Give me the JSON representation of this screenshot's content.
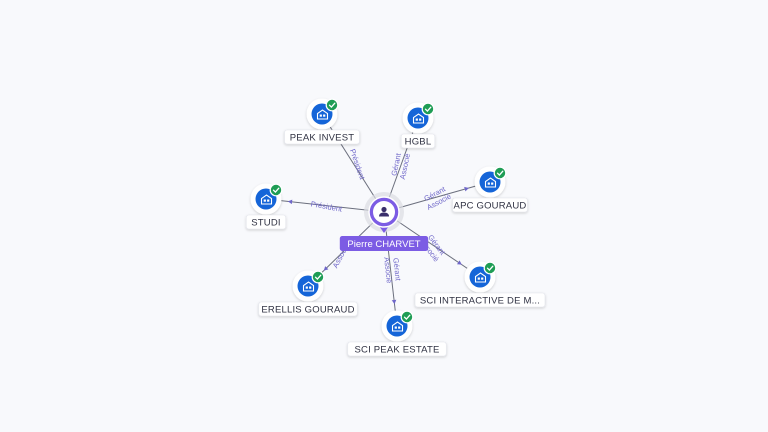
{
  "center": {
    "name": "Pierre CHARVET",
    "icon": "person-icon",
    "color": "#7c5ce4"
  },
  "colors": {
    "company_icon": "#1565d8",
    "check_badge": "#1f9d55",
    "edge_label": "#6f67c9"
  },
  "companies": [
    {
      "name": "PEAK INVEST",
      "role": "Président",
      "icon": "building-icon"
    },
    {
      "name": "HGBL",
      "role": "Gérant Associé",
      "icon": "building-icon"
    },
    {
      "name": "APC GOURAUD",
      "role": "Gérant Associé",
      "icon": "building-icon"
    },
    {
      "name": "STUDI",
      "role": "Président",
      "icon": "building-icon"
    },
    {
      "name": "SCI INTERACTIVE DE M...",
      "role": "Gérant Associé",
      "icon": "building-icon"
    },
    {
      "name": "ERELLIS GOURAUD",
      "role": "Associé",
      "icon": "building-icon"
    },
    {
      "name": "SCI PEAK ESTATE",
      "role": "Gérant Associé",
      "icon": "building-icon"
    }
  ]
}
